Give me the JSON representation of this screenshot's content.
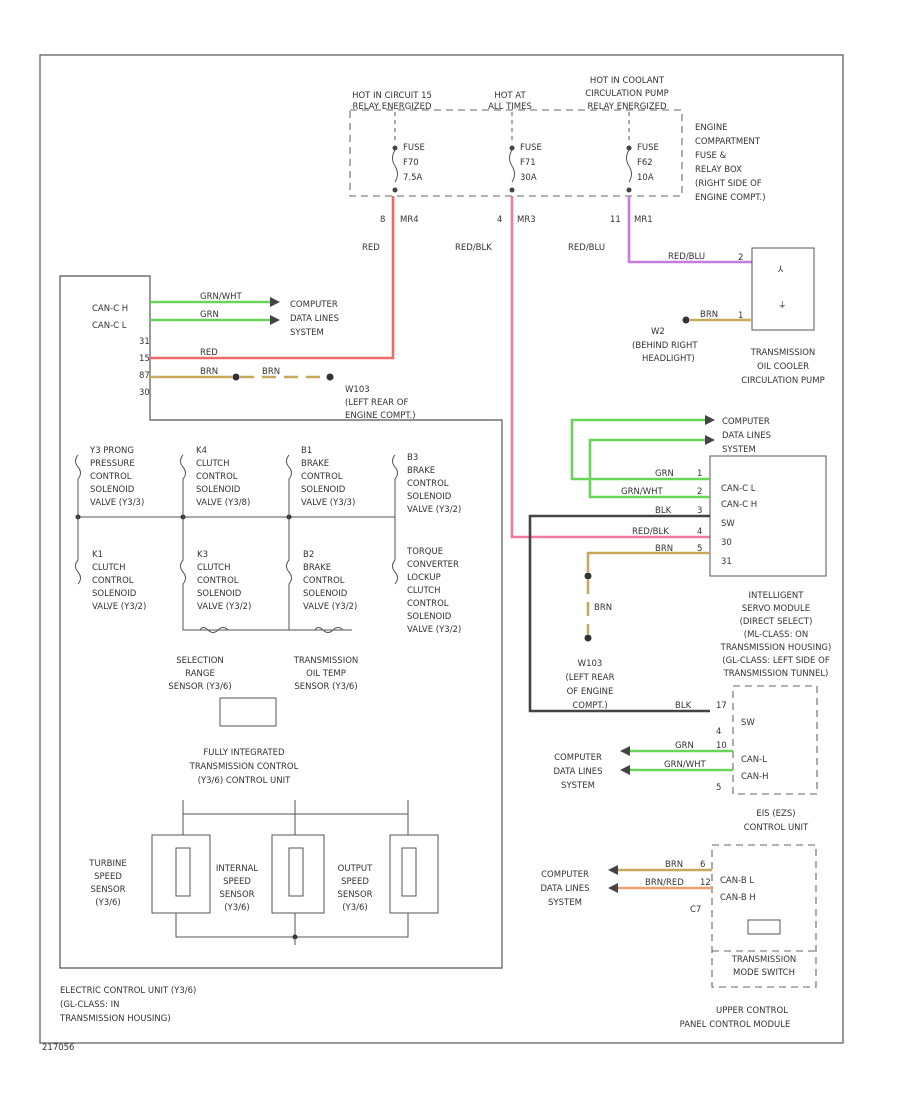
{
  "frame_id": "217056",
  "power": {
    "sources": [
      [
        "HOT IN CIRCUIT 15",
        "RELAY ENERGIZED"
      ],
      [
        "HOT AT",
        "ALL TIMES"
      ],
      [
        "HOT IN COOLANT",
        "CIRCULATION PUMP",
        "RELAY ENERGIZED"
      ]
    ],
    "fuses": [
      [
        "FUSE",
        "F70",
        "7.5A"
      ],
      [
        "FUSE",
        "F71",
        "30A"
      ],
      [
        "FUSE",
        "F62",
        "10A"
      ]
    ],
    "fuse_box": [
      "ENGINE",
      "COMPARTMENT",
      "FUSE &",
      "RELAY BOX",
      "(RIGHT SIDE OF",
      "ENGINE COMPT.)"
    ],
    "pins": [
      "8",
      "4",
      "11"
    ],
    "connectors": [
      "MR4",
      "MR3",
      "MR1"
    ],
    "wire_colors": [
      "RED",
      "RED/BLK",
      "RED/BLU"
    ]
  },
  "ecu": {
    "pin_labels": [
      "CAN-C H",
      "CAN-C L",
      "31",
      "15",
      "87",
      "30"
    ],
    "can_h_wire": "GRN/WHT",
    "can_l_wire": "GRN",
    "pwr_wire": "RED",
    "gnd_wire1": "BRN",
    "gnd_wire2": "BRN",
    "can_dest": [
      "COMPUTER",
      "DATA LINES",
      "SYSTEM"
    ],
    "ground_id": "W103",
    "ground_loc": [
      "(LEFT REAR OF",
      "ENGINE COMPT.)"
    ],
    "solenoids_top": [
      [
        "Y3 PRONG",
        "PRESSURE",
        "CONTROL",
        "SOLENOID",
        "VALVE (Y3/3)"
      ],
      [
        "K4",
        "CLUTCH",
        "CONTROL",
        "SOLENOID",
        "VALVE (Y3/8)"
      ],
      [
        "B1",
        "BRAKE",
        "CONTROL",
        "SOLENOID",
        "VALVE (Y3/3)"
      ],
      [
        "B3",
        "BRAKE",
        "CONTROL",
        "SOLENOID",
        "VALVE (Y3/2)"
      ]
    ],
    "solenoids_bottom": [
      [
        "K1",
        "CLUTCH",
        "CONTROL",
        "SOLENOID",
        "VALVE (Y3/2)"
      ],
      [
        "K3",
        "CLUTCH",
        "CONTROL",
        "SOLENOID",
        "VALVE (Y3/2)"
      ],
      [
        "B2",
        "BRAKE",
        "CONTROL",
        "SOLENOID",
        "VALVE (Y3/2)"
      ],
      [
        "TORQUE",
        "CONVERTER",
        "LOCKUP",
        "CLUTCH",
        "CONTROL",
        "SOLENOID",
        "VALVE (Y3/2)"
      ]
    ],
    "selection_sensor": [
      "SELECTION",
      "RANGE",
      "SENSOR (Y3/6)"
    ],
    "temp_sensor": [
      "TRANSMISSION",
      "OIL TEMP",
      "SENSOR (Y3/6)"
    ],
    "control_unit": [
      "FULLY INTEGRATED",
      "TRANSMISSION CONTROL",
      "(Y3/6) CONTROL UNIT"
    ],
    "speed_sensors": [
      [
        "TURBINE",
        "SPEED",
        "SENSOR",
        "(Y3/6)"
      ],
      [
        "INTERNAL",
        "SPEED",
        "SENSOR",
        "(Y3/6)"
      ],
      [
        "OUTPUT",
        "SPEED",
        "SENSOR",
        "(Y3/6)"
      ]
    ],
    "label": [
      "ELECTRIC CONTROL UNIT (Y3/6)",
      "(GL-CLASS: IN",
      "TRANSMISSION HOUSING)"
    ]
  },
  "pump": {
    "wire1": "RED/BLU",
    "pin1": "2",
    "wire2": "BRN",
    "pin2": "1",
    "ground_id": "W2",
    "ground_loc": [
      "(BEHIND RIGHT",
      "HEADLIGHT)"
    ],
    "label": [
      "TRANSMISSION",
      "OIL COOLER",
      "CIRCULATION PUMP"
    ]
  },
  "ism": {
    "pin_labels": [
      "CAN-C L",
      "CAN-C H",
      "SW",
      "30",
      "31"
    ],
    "pins": [
      "1",
      "2",
      "3",
      "4",
      "5"
    ],
    "wires": [
      "GRN",
      "GRN/WHT",
      "BLK",
      "RED/BLK",
      "BRN"
    ],
    "can_dest": [
      "COMPUTER",
      "DATA LINES",
      "SYSTEM"
    ],
    "ground_wire": "BRN",
    "ground_id": "W103",
    "ground_loc": [
      "(LEFT REAR",
      "OF ENGINE",
      "COMPT.)"
    ],
    "label": [
      "INTELLIGENT",
      "SERVO MODULE",
      "(DIRECT SELECT)",
      "(ML-CLASS: ON",
      "TRANSMISSION HOUSING)",
      "(GL-CLASS: LEFT SIDE OF",
      "TRANSMISSION TUNNEL)"
    ]
  },
  "eis": {
    "pin_labels": [
      "SW",
      "CAN-L",
      "CAN-H"
    ],
    "pins": [
      "17",
      "4",
      "10",
      "5"
    ],
    "wires": [
      "BLK",
      "GRN",
      "GRN/WHT"
    ],
    "can_dest": [
      "COMPUTER",
      "DATA LINES",
      "SYSTEM"
    ],
    "label": [
      "EIS (EZS)",
      "CONTROL UNIT"
    ]
  },
  "upper": {
    "pin_labels": [
      "CAN-B L",
      "CAN-B H"
    ],
    "pins": [
      "6",
      "12",
      "C7"
    ],
    "wires": [
      "BRN",
      "BRN/RED"
    ],
    "can_dest": [
      "COMPUTER",
      "DATA LINES",
      "SYSTEM"
    ],
    "switch": [
      "TRANSMISSION",
      "MODE SWITCH"
    ],
    "label": [
      "UPPER CONTROL",
      "PANEL CONTROL MODULE"
    ]
  },
  "colors": {
    "red": "#f06a6a",
    "pink": "#f07aa5",
    "violet": "#c57be0",
    "green": "#6ad35a",
    "tan": "#c8a85a",
    "orange": "#f0a070",
    "black": "#444444"
  }
}
